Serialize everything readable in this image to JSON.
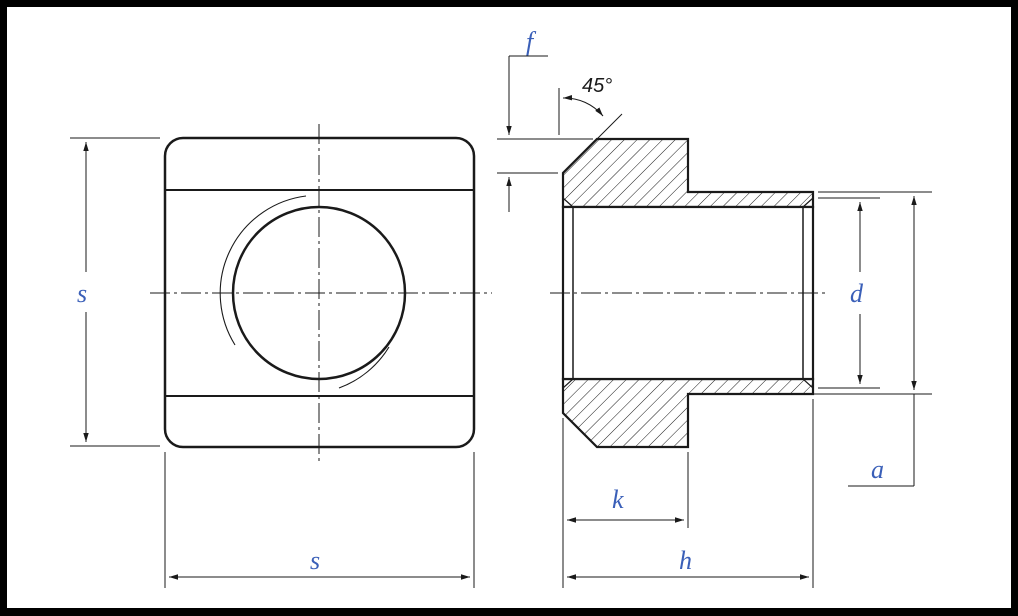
{
  "colors": {
    "background": "#ffffff",
    "frame": "#000000",
    "line": "#1a1a1a",
    "label": "#3a5fb8"
  },
  "labels": {
    "s_vertical": "s",
    "s_horizontal": "s",
    "f": "f",
    "angle": "45°",
    "d": "d",
    "a": "a",
    "k": "k",
    "h": "h"
  }
}
